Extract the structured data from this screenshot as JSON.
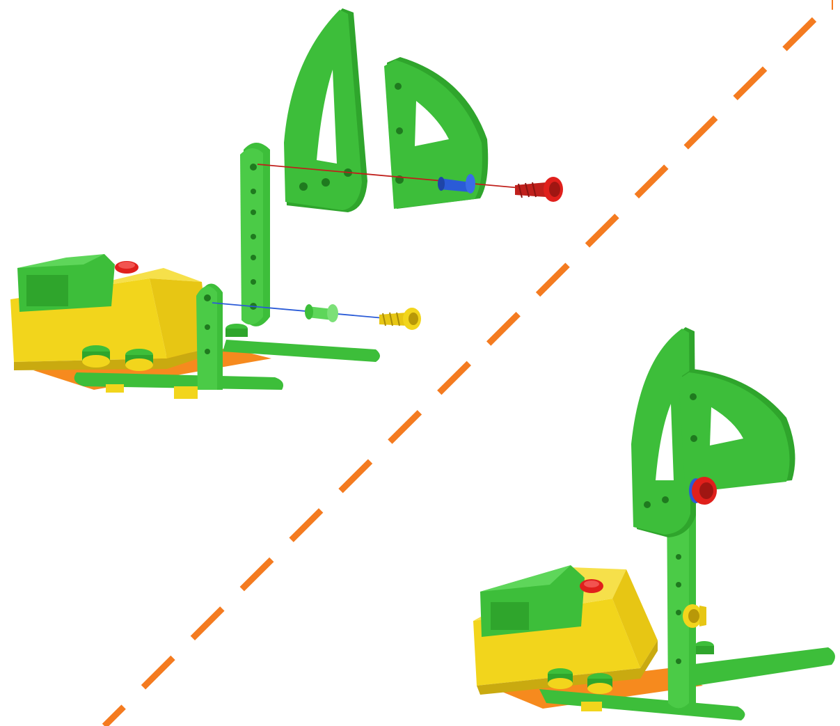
{
  "diagram": {
    "panels": [
      {
        "name": "exploded-view"
      },
      {
        "name": "assembled-view"
      }
    ],
    "divider": {
      "style": "dashed",
      "color": "#F47B20"
    },
    "colors": {
      "plate_green": "#3DBE3A",
      "plate_green_dark": "#2A8F2A",
      "body_yellow": "#F2D51C",
      "body_yellow_dark": "#C9AA10",
      "base_orange": "#F68A1E",
      "red_part": "#E0201C",
      "blue_part": "#2A5BD7",
      "axis_red": "#C0201C",
      "axis_blue": "#2A5BD7"
    }
  }
}
